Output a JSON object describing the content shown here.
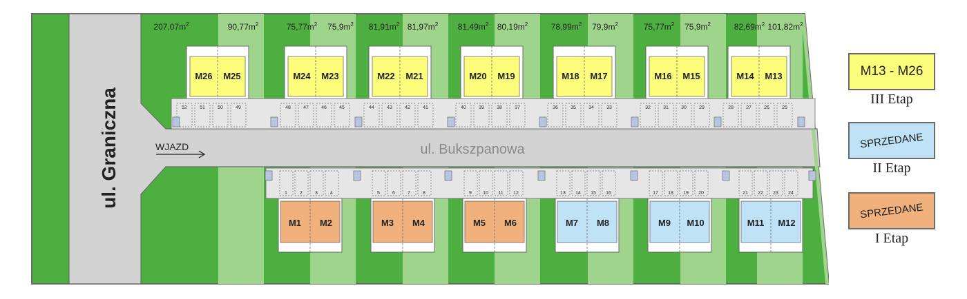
{
  "streets": {
    "graniczna": "ul. Graniczna",
    "bukszpanowa": "ul. Bukszpanowa",
    "entrance": "WJAZD"
  },
  "colors": {
    "lawn_dark": "#4caf3f",
    "lawn_light": "#9fd48d",
    "road": "#d3d3d3",
    "parking": "#e6e6e6",
    "stage3": "#fdfd7c",
    "stage2": "#bfe2f7",
    "stage1": "#f1b17c",
    "outline": "#6a6a6a"
  },
  "plot_areas": [
    {
      "top": "207,07",
      "sup": "2"
    },
    {
      "top": "90,77",
      "sup": "2"
    },
    {
      "top": "75,77",
      "sup": "2"
    },
    {
      "top": "75,9",
      "sup": "2"
    },
    {
      "top": "81,91",
      "sup": "2"
    },
    {
      "top": "81,97",
      "sup": "2"
    },
    {
      "top": "81,49",
      "sup": "2"
    },
    {
      "top": "80,19",
      "sup": "2"
    },
    {
      "top": "78,99",
      "sup": "2"
    },
    {
      "top": "79,9",
      "sup": "2"
    },
    {
      "top": "75,77",
      "sup": "2"
    },
    {
      "top": "75,9",
      "sup": "2"
    },
    {
      "top": "82,69",
      "sup": "2"
    },
    {
      "top": "101,82",
      "sup": "2"
    }
  ],
  "area_unit": "m",
  "upper_houses": [
    {
      "left": "M26",
      "right": "M25"
    },
    {
      "left": "M24",
      "right": "M23"
    },
    {
      "left": "M22",
      "right": "M21"
    },
    {
      "left": "M20",
      "right": "M19"
    },
    {
      "left": "M18",
      "right": "M17"
    },
    {
      "left": "M16",
      "right": "M15"
    },
    {
      "left": "M14",
      "right": "M13"
    }
  ],
  "lower_houses": [
    {
      "left": "M1",
      "right": "M2",
      "stage": "stage1"
    },
    {
      "left": "M3",
      "right": "M4",
      "stage": "stage1"
    },
    {
      "left": "M5",
      "right": "M6",
      "stage": "stage1"
    },
    {
      "left": "M7",
      "right": "M8",
      "stage": "stage2"
    },
    {
      "left": "M9",
      "right": "M10",
      "stage": "stage2"
    },
    {
      "left": "M11",
      "right": "M12",
      "stage": "stage2"
    }
  ],
  "upper_parking": [
    [
      "52",
      "51",
      "50",
      "49"
    ],
    [
      "48",
      "47",
      "46",
      "45"
    ],
    [
      "44",
      "43",
      "42",
      "41"
    ],
    [
      "40",
      "39",
      "38",
      "37"
    ],
    [
      "36",
      "35",
      "34",
      "33"
    ],
    [
      "32",
      "31",
      "30",
      "29"
    ],
    [
      "28",
      "27",
      "26",
      "25"
    ]
  ],
  "lower_parking": [
    [
      "1",
      "2",
      "3",
      "4"
    ],
    [
      "5",
      "6",
      "7",
      "8"
    ],
    [
      "9",
      "10",
      "11",
      "12"
    ],
    [
      "13",
      "14",
      "15",
      "16"
    ],
    [
      "17",
      "18",
      "19",
      "20"
    ],
    [
      "21",
      "22",
      "23",
      "24"
    ]
  ],
  "legend": [
    {
      "label": "M13 - M26",
      "caption": "III Etap",
      "stage": "stage3"
    },
    {
      "label": "SPRZEDANE",
      "caption": "II Etap",
      "stage": "stage2"
    },
    {
      "label": "SPRZEDANE",
      "caption": "I Etap",
      "stage": "stage1"
    }
  ]
}
